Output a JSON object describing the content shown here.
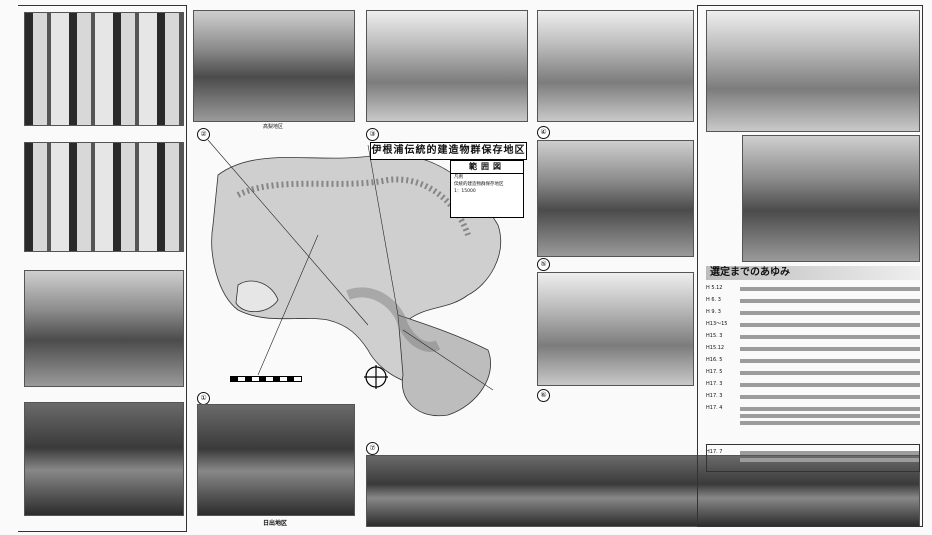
{
  "map": {
    "title": "伊根浦伝統的建造物群保存地区",
    "legend_title": "範囲図",
    "legend_lines": [
      "凡例",
      "伝統的建造物群保存地区",
      "",
      "1：15000"
    ]
  },
  "photos": {
    "left1_caption": "",
    "left2_caption": "",
    "left3_caption": "",
    "left4_caption": "",
    "top2_caption": "高梨地区",
    "top3_caption": "",
    "top4_caption": "",
    "mid4_caption": "",
    "mid5_caption": "",
    "bottom_left_caption": "日出地区",
    "bottom_right_caption": "",
    "right_top_caption": ""
  },
  "markers": [
    "①",
    "②",
    "③",
    "④",
    "⑤",
    "⑥",
    "⑦"
  ],
  "timeline": {
    "heading": "選定までのあゆみ",
    "rows": [
      {
        "date": "H 5.12",
        "text": "",
        "wrap": false
      },
      {
        "date": "H 6. 3",
        "text": "",
        "wrap": false
      },
      {
        "date": "H 9. 3",
        "text": "",
        "wrap": false
      },
      {
        "date": "H13〜15",
        "text": "",
        "wrap": false
      },
      {
        "date": "H15. 3",
        "text": "",
        "wrap": false
      },
      {
        "date": "H15.12",
        "text": "",
        "wrap": false
      },
      {
        "date": "H16. 5",
        "text": "",
        "wrap": false
      },
      {
        "date": "H17. 5",
        "text": "",
        "wrap": false
      },
      {
        "date": "H17. 3",
        "text": "",
        "wrap": false
      },
      {
        "date": "H17. 3",
        "text": "",
        "wrap": false
      },
      {
        "date": "H17. 4",
        "text": "",
        "wrap": true
      },
      {
        "date": "H17. 7",
        "text": "",
        "wrap": true
      }
    ]
  }
}
